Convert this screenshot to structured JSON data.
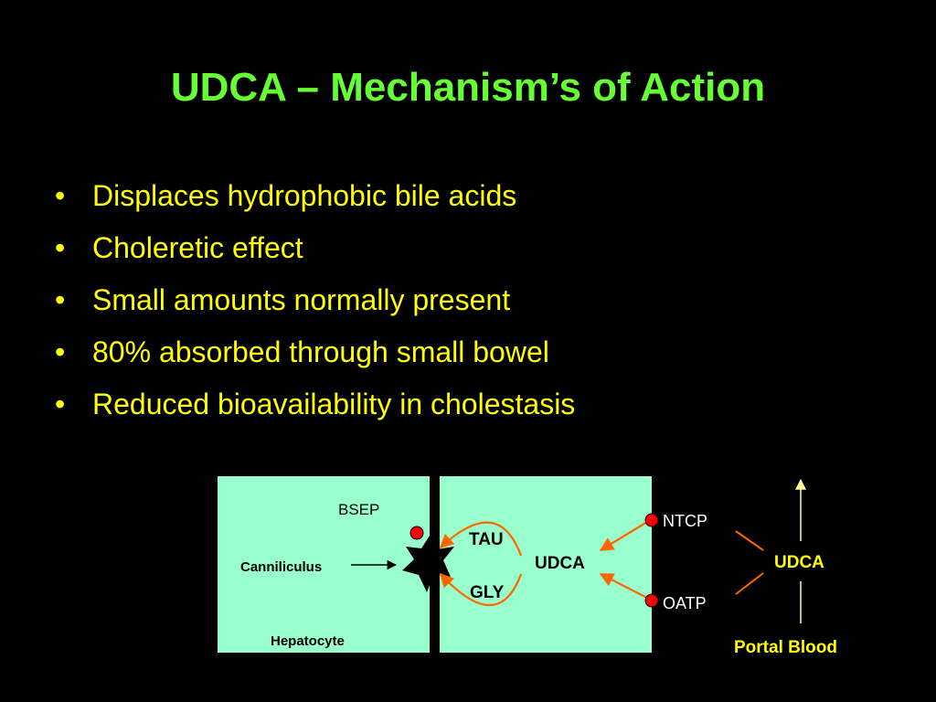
{
  "colors": {
    "background": "#000000",
    "title": "#66ff33",
    "bullets": "#ffff00",
    "cell_fill": "#99ffcc",
    "arrow_orange": "#ff6600",
    "transporter_red": "#ff0000",
    "outline_yellow": "#ffff99",
    "label_white": "#ffffff",
    "label_black": "#000000"
  },
  "slide": {
    "title": "UDCA – Mechanism’s of Action",
    "bullets": [
      "Displaces hydrophobic bile acids",
      "Choleretic effect",
      "Small amounts normally present",
      "80% absorbed through small bowel",
      "Reduced bioavailability in cholestasis"
    ],
    "bullet_symbol": "•"
  },
  "diagram": {
    "bsep": "BSEP",
    "canniliculus": "Canniliculus",
    "hepatocyte": "Hepatocyte",
    "tau": "TAU",
    "gly": "GLY",
    "udca_inside": "UDCA",
    "ntcp": "NTCP",
    "oatp": "OATP",
    "udca_blood": "UDCA",
    "portal_blood": "Portal Blood"
  }
}
